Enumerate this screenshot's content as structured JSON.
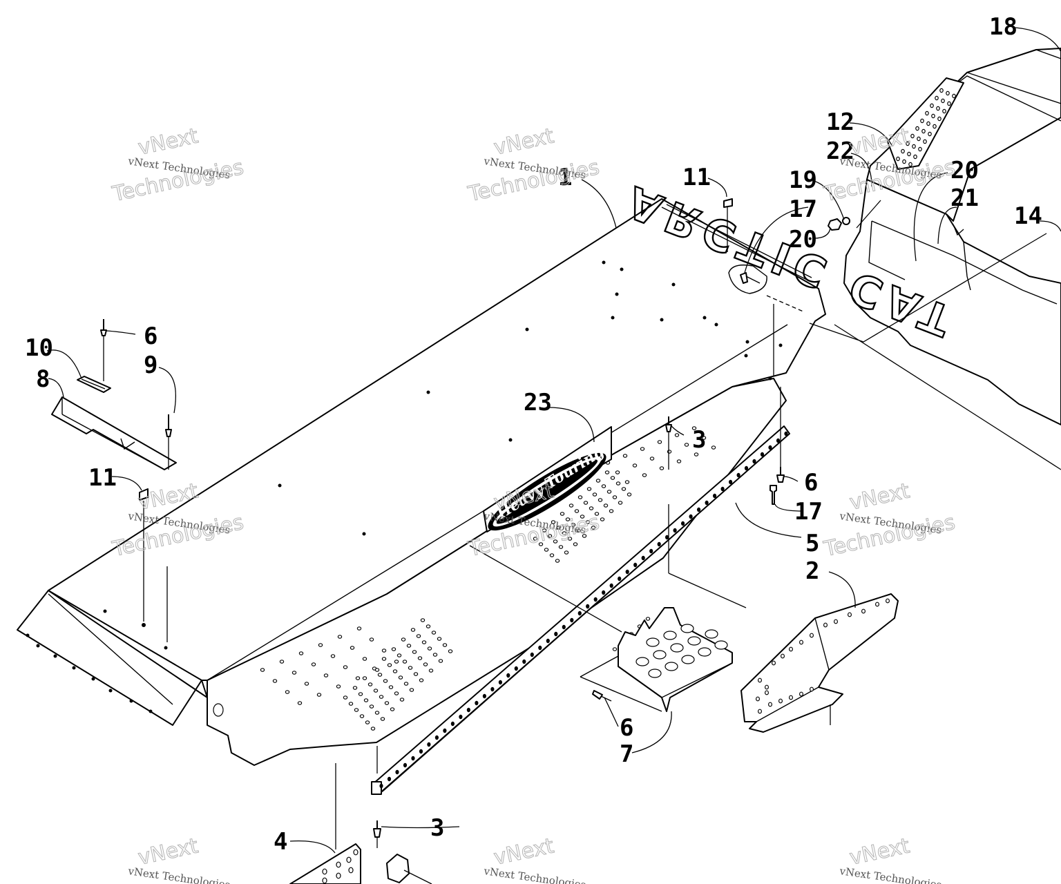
{
  "brand_text": "ARCTIC CAT",
  "logo_text": "Heavy Touring",
  "watermark": {
    "small": "vNext Technologies",
    "large_line1": "vNext",
    "large_line2": "Technologies"
  },
  "callouts": [
    {
      "id": "c1",
      "text": "1"
    },
    {
      "id": "c2",
      "text": "2"
    },
    {
      "id": "c3a",
      "text": "3"
    },
    {
      "id": "c3b",
      "text": "3"
    },
    {
      "id": "c4",
      "text": "4"
    },
    {
      "id": "c5",
      "text": "5"
    },
    {
      "id": "c6a",
      "text": "6"
    },
    {
      "id": "c6b",
      "text": "6"
    },
    {
      "id": "c6c",
      "text": "6"
    },
    {
      "id": "c7",
      "text": "7"
    },
    {
      "id": "c8",
      "text": "8"
    },
    {
      "id": "c9",
      "text": "9"
    },
    {
      "id": "c10",
      "text": "10"
    },
    {
      "id": "c11a",
      "text": "11"
    },
    {
      "id": "c11b",
      "text": "11"
    },
    {
      "id": "c12",
      "text": "12"
    },
    {
      "id": "c14",
      "text": "14"
    },
    {
      "id": "c17a",
      "text": "17"
    },
    {
      "id": "c17b",
      "text": "17"
    },
    {
      "id": "c18",
      "text": "18"
    },
    {
      "id": "c19",
      "text": "19"
    },
    {
      "id": "c20a",
      "text": "20"
    },
    {
      "id": "c20b",
      "text": "20"
    },
    {
      "id": "c21",
      "text": "21"
    },
    {
      "id": "c22",
      "text": "22"
    },
    {
      "id": "c23",
      "text": "23"
    }
  ]
}
